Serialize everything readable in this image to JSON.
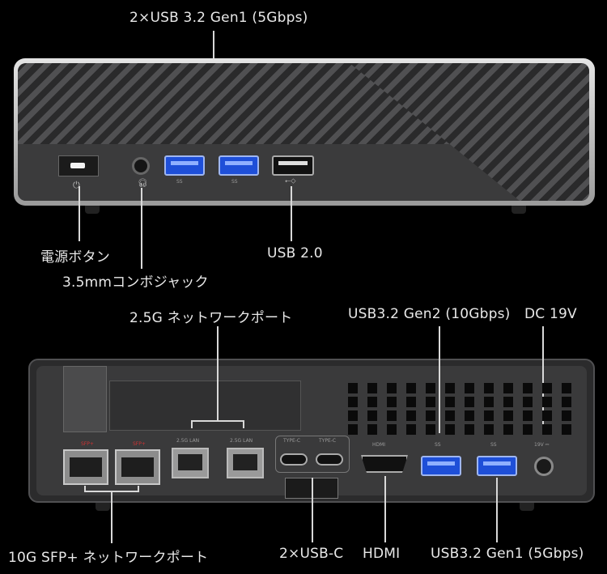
{
  "front": {
    "top_label": "2×USB 3.2 Gen1 (5Gbps)",
    "power_label": "電源ボタン",
    "audio_label": "3.5mmコンボジャック",
    "usb2_label": "USB 2.0"
  },
  "back": {
    "lan_label": "2.5G ネットワークポート",
    "usb_gen2_label": "USB3.2 Gen2 (10Gbps)",
    "dc_label": "DC 19V",
    "sfp_label": "10G SFP+ ネットワークポート",
    "usbc_label": "2×USB-C",
    "hdmi_label": "HDMI",
    "usb_gen1_label": "USB3.2 Gen1 (5Gbps)"
  },
  "silkscreen": {
    "sfp_tag": "SFP+",
    "lan_tag": "2.5G LAN",
    "typec_tag": "TYPE-C",
    "hdmi_tag": "HDMI",
    "ss_tag": "SS",
    "dc_tag": "19V ⎓"
  },
  "icons": [
    "power-icon",
    "headset-icon",
    "usb-icon"
  ]
}
